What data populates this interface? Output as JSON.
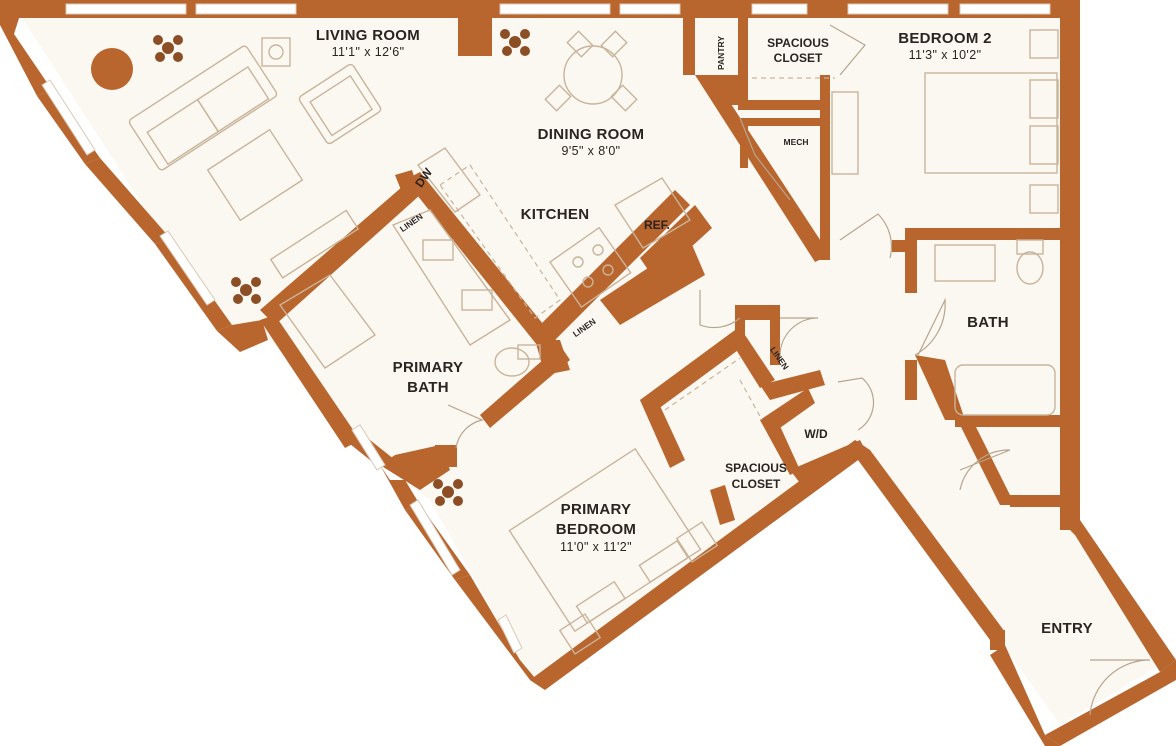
{
  "rooms": {
    "living_room": {
      "name": "LIVING ROOM",
      "dim": "11'1\" x 12'6\""
    },
    "dining_room": {
      "name": "DINING ROOM",
      "dim": "9'5\" x 8'0\""
    },
    "kitchen": {
      "name": "KITCHEN"
    },
    "bedroom2": {
      "name": "BEDROOM 2",
      "dim": "11'3\" x 10'2\""
    },
    "closet_top": {
      "line1": "SPACIOUS",
      "line2": "CLOSET"
    },
    "pantry": {
      "name": "PANTRY"
    },
    "mech": {
      "name": "MECH"
    },
    "bath": {
      "name": "BATH"
    },
    "primary_bath": {
      "line1": "PRIMARY",
      "line2": "BATH"
    },
    "primary_bedroom": {
      "line1": "PRIMARY",
      "line2": "BEDROOM",
      "dim": "11'0\" x 11'2\""
    },
    "closet_primary": {
      "line1": "SPACIOUS",
      "line2": "CLOSET"
    },
    "wd": {
      "name": "W/D"
    },
    "entry": {
      "name": "ENTRY"
    }
  },
  "fixtures": {
    "dw": "DW",
    "ref": "REF.",
    "linen_bath": "LINEN",
    "linen_kitchen": "LINEN",
    "linen_hall": "LINEN"
  },
  "colors": {
    "wall": "#b8662e",
    "floor": "#fbf8f2",
    "furniture": "#c9b49a",
    "text": "#2b2421"
  }
}
